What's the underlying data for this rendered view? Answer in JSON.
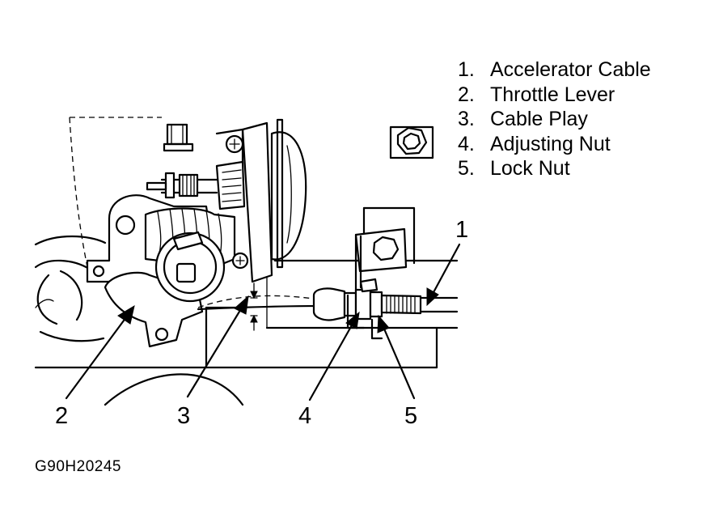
{
  "legend": {
    "items": [
      {
        "number": "1.",
        "label": "Accelerator Cable"
      },
      {
        "number": "2.",
        "label": "Throttle Lever"
      },
      {
        "number": "3.",
        "label": "Cable Play"
      },
      {
        "number": "4.",
        "label": "Adjusting Nut"
      },
      {
        "number": "5.",
        "label": "Lock Nut"
      }
    ]
  },
  "callouts": {
    "accelerator_cable": "1",
    "throttle_lever": "2",
    "cable_play": "3",
    "adjusting_nut": "4",
    "lock_nut": "5"
  },
  "figure_code": "G90H20245"
}
